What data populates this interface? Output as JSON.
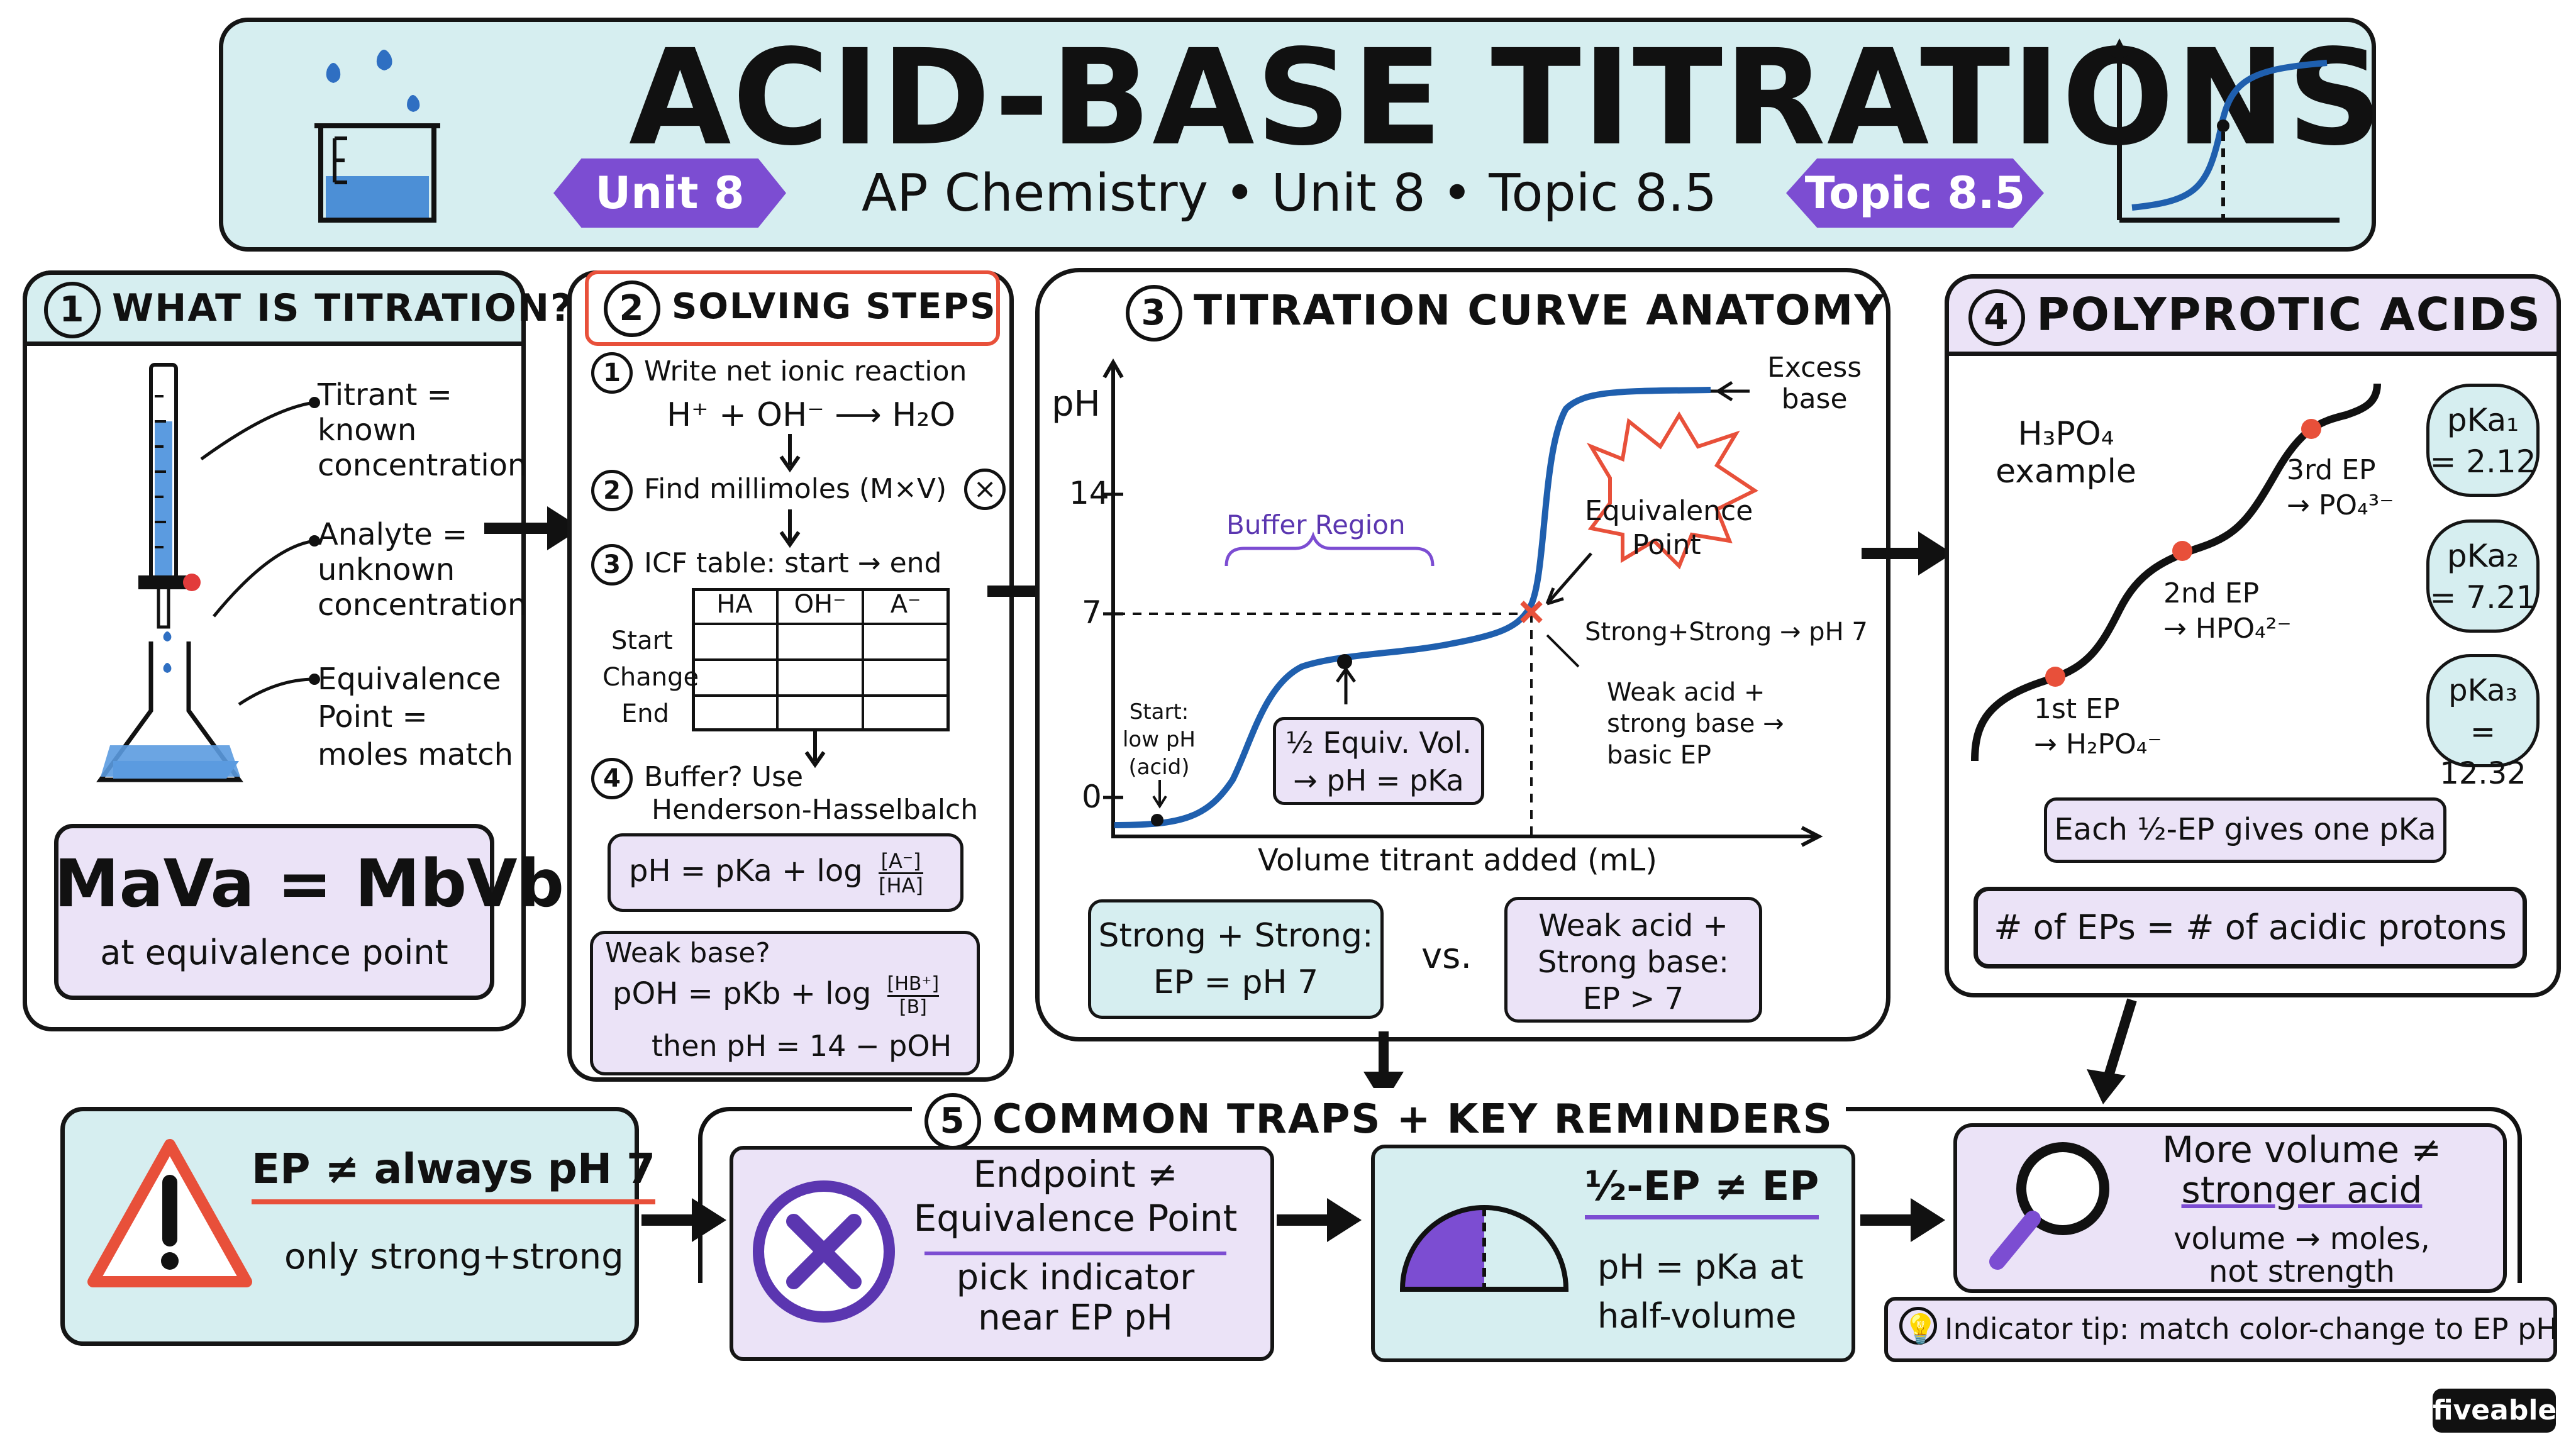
{
  "header": {
    "title": "ACID-BASE TITRATIONS",
    "subtitle": "AP Chemistry • Unit 8 • Topic 8.5",
    "unit_tag": "Unit 8",
    "topic_tag": "Topic 8.5"
  },
  "s1": {
    "title": "WHAT IS TITRATION?",
    "num": "1",
    "titrant": [
      "Titrant =",
      "known",
      "concentration"
    ],
    "analyte": [
      "Analyte =",
      "unknown",
      "concentration"
    ],
    "equivalence": [
      "Equivalence",
      "Point =",
      "moles match"
    ],
    "formula": "MaVa = MbVb",
    "formula_note": "at equivalence point"
  },
  "s2": {
    "title": "SOLVING STEPS",
    "num": "2",
    "step1": "Write net ionic reaction",
    "reaction": "H⁺ + OH⁻ ⟶ H₂O",
    "step2": "Find millimoles (M×V)",
    "step3": "ICF table: start → end",
    "table_headers": [
      "HA",
      "OH⁻",
      "A⁻"
    ],
    "table_rows": [
      "Start",
      "Change",
      "End"
    ],
    "step4a": "Buffer? Use",
    "step4b": "Henderson-Hasselbalch",
    "hh": "pH = pKa + log",
    "hh_num": "[A⁻]",
    "hh_den": "[HA]",
    "weak_base": "Weak base?",
    "poh": "pOH = pKb + log",
    "poh_num": "[HB⁺]",
    "poh_den": "[B]",
    "then": "then pH = 14 − pOH"
  },
  "s3": {
    "title": "TITRATION CURVE ANATOMY",
    "num": "3",
    "ylabel": "pH",
    "xlabel": "Volume titrant added (mL)",
    "ticks": [
      "14",
      "7",
      "0"
    ],
    "buffer_region": "Buffer Region",
    "excess_base": [
      "Excess",
      "base"
    ],
    "equivalence_point": [
      "Equivalence",
      "Point"
    ],
    "strong_strong_note": "Strong+Strong → pH 7",
    "weak_acid_note": [
      "Weak acid +",
      "strong base →",
      "basic EP"
    ],
    "start_note": [
      "Start:",
      "low pH",
      "(acid)"
    ],
    "half_equiv": [
      "½ Equiv. Vol.",
      "→ pH = pKa"
    ],
    "compare_left": [
      "Strong + Strong:",
      "EP = pH 7"
    ],
    "vs": "vs.",
    "compare_right": [
      "Weak acid +",
      "Strong base:",
      "EP > 7"
    ]
  },
  "s4": {
    "title": "POLYPROTIC ACIDS",
    "num": "4",
    "example": [
      "H₃PO₄",
      "example"
    ],
    "ep1": [
      "1st EP",
      "→ H₂PO₄⁻"
    ],
    "ep2": [
      "2nd EP",
      "→ HPO₄²⁻"
    ],
    "ep3": [
      "3rd EP",
      "→ PO₄³⁻"
    ],
    "pka1": [
      "pKa₁",
      "= 2.12"
    ],
    "pka2": [
      "pKa₂",
      "= 7.21"
    ],
    "pka3": [
      "pKa₃",
      "= 12.32"
    ],
    "half_ep_note": "Each ½-EP gives one pKa",
    "eps_note": "# of EPs = # of acidic protons"
  },
  "s5": {
    "title": "COMMON TRAPS + KEY REMINDERS",
    "num": "5",
    "trap1_title": "EP ≠ always pH 7",
    "trap1_note": "only strong+strong",
    "trap2_title": [
      "Endpoint ≠",
      "Equivalence Point"
    ],
    "trap2_note": [
      "pick indicator",
      "near EP pH"
    ],
    "trap3_title": "½-EP ≠ EP",
    "trap3_note": [
      "pH = pKa at",
      "half-volume"
    ],
    "trap4_title": [
      "More volume ≠",
      "stronger acid"
    ],
    "trap4_note": [
      "volume → moles,",
      "not strength"
    ],
    "tip": "Indicator tip: match color-change to EP pH"
  },
  "brand": "fiveable",
  "colors": {
    "teal": "#d6eef0",
    "lavender": "#ebe3f7",
    "purple": "#7c4dd2",
    "curve_blue": "#1f5fae",
    "red_accent": "#e8503a"
  }
}
